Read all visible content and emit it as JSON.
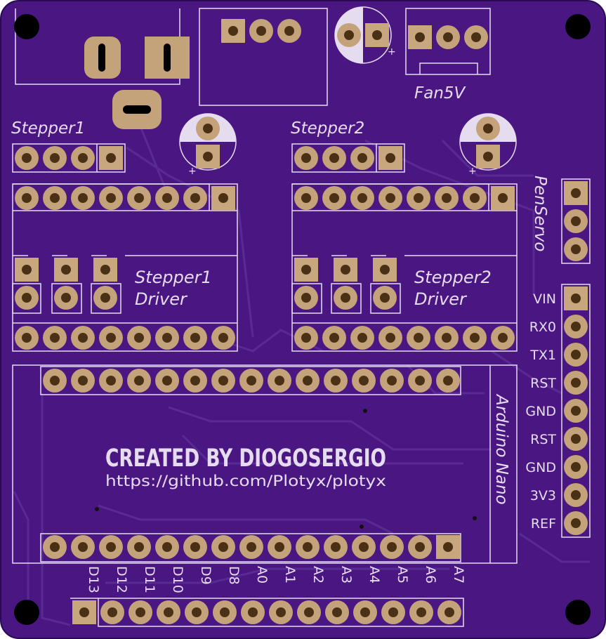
{
  "board": {
    "colors": {
      "board": "#4a1782",
      "edge": "#2a0a52",
      "trace": "#5a2a94",
      "pad": "#c4a27a",
      "pad_square": "#c8a67e",
      "hole": "#4a3015",
      "silk": "#e6dcf0",
      "mount_hole": "#000000"
    },
    "labels": {
      "stepper1": "Stepper1",
      "stepper2": "Stepper2",
      "stepper1_driver_line1": "Stepper1",
      "stepper1_driver_line2": "Driver",
      "stepper2_driver_line1": "Stepper2",
      "stepper2_driver_line2": "Driver",
      "fan": "Fan5V",
      "pen_servo": "PenServo",
      "arduino": "Arduino Nano",
      "credit_title": "CREATED BY DIOGOSERGIO",
      "credit_url": "https://github.com/Plotyx/plotyx"
    },
    "right_header_labels": [
      "VIN",
      "RX0",
      "TX1",
      "RST",
      "GND",
      "RST",
      "GND",
      "3V3",
      "REF"
    ],
    "bottom_header_labels": [
      "D13",
      "D12",
      "D11",
      "D10",
      "D9",
      "D8",
      "A0",
      "A1",
      "A2",
      "A3",
      "A4",
      "A5",
      "A6",
      "A7"
    ],
    "capacitor_polarity_mark": "+"
  }
}
